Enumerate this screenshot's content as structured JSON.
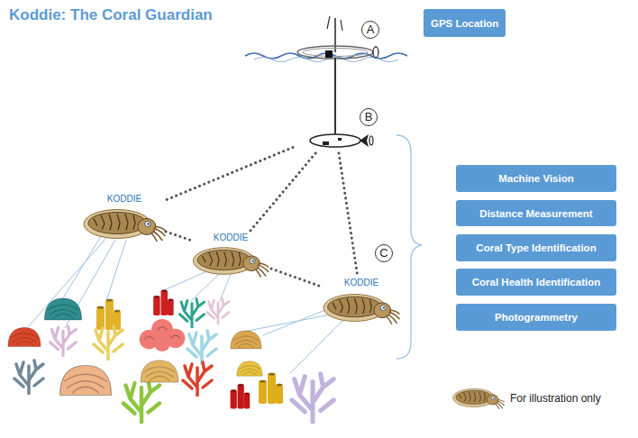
{
  "diagram": {
    "title": "Koddie: The Coral Guardian",
    "nodes": [
      {
        "text": [
          "A"
        ]
      },
      {
        "text": [
          "GPS Location"
        ]
      },
      {
        "text": [
          "B"
        ]
      },
      {
        "text": [
          "KODDIE"
        ]
      },
      {
        "text": [
          "KODDIE"
        ]
      },
      {
        "text": [
          "KODDIE"
        ]
      },
      {
        "text": [
          "Machine Vision"
        ]
      },
      {
        "text": [
          "Distance Measurement"
        ]
      },
      {
        "text": [
          "Coral Type Identification"
        ]
      },
      {
        "text": [
          "Coral Health Identification"
        ]
      },
      {
        "text": [
          "Photogrammetry"
        ]
      }
    ],
    "edges": [
      {
        "from": 0,
        "to": 2,
        "arrow": "none"
      },
      {
        "from": 2,
        "to": 3,
        "arrow": "none"
      },
      {
        "from": 2,
        "to": 4,
        "arrow": "none"
      },
      {
        "from": 2,
        "to": 5,
        "arrow": "none"
      },
      {
        "from": 3,
        "to": 4,
        "arrow": "none"
      },
      {
        "from": 4,
        "to": 5,
        "arrow": "none"
      }
    ],
    "labels": [
      "C"
    ],
    "legend": [
      {
        "text": "For illustration only"
      }
    ]
  }
}
